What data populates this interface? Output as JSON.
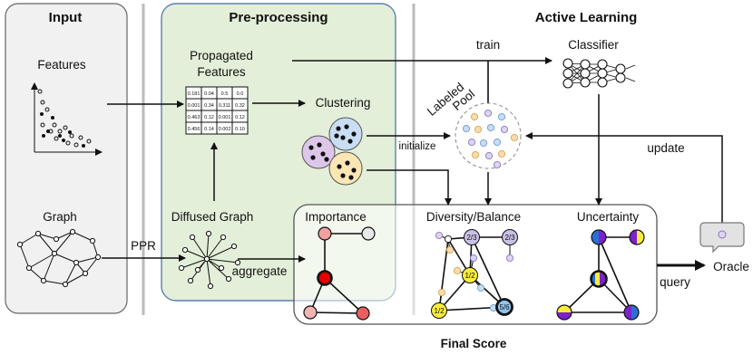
{
  "sections": {
    "input": "Input",
    "preprocessing": "Pre-processing",
    "active_learning": "Active Learning"
  },
  "input": {
    "features": "Features",
    "graph": "Graph",
    "ppr": "PPR"
  },
  "preprocessing": {
    "propagated_line1": "Propagated",
    "propagated_line2": "Features",
    "clustering": "Clustering",
    "diffused_graph": "Diffused Graph",
    "aggregate": "aggregate",
    "matrix": [
      [
        "0.181",
        "0.04",
        "0.5",
        "0.0"
      ],
      [
        "0.001",
        "0.34",
        "0.311",
        "0.32"
      ],
      [
        "0.463",
        "0.12",
        "0.001",
        "0.12"
      ],
      [
        "0.456",
        "0.14",
        "0.002",
        "0.10"
      ]
    ]
  },
  "active": {
    "train": "train",
    "classifier": "Classifier",
    "labeled": "Labeled",
    "pool": "Pool",
    "initialize": "initialize",
    "update": "update",
    "importance": "Importance",
    "diversity": "Diversity/Balance",
    "uncertainty": "Uncertainty",
    "oracle": "Oracle",
    "query": "query",
    "final_score": "Final Score",
    "fractions": {
      "a": "2/3",
      "b": "2/3",
      "c": "1/2",
      "d": "1/2",
      "e": "5/6"
    }
  }
}
